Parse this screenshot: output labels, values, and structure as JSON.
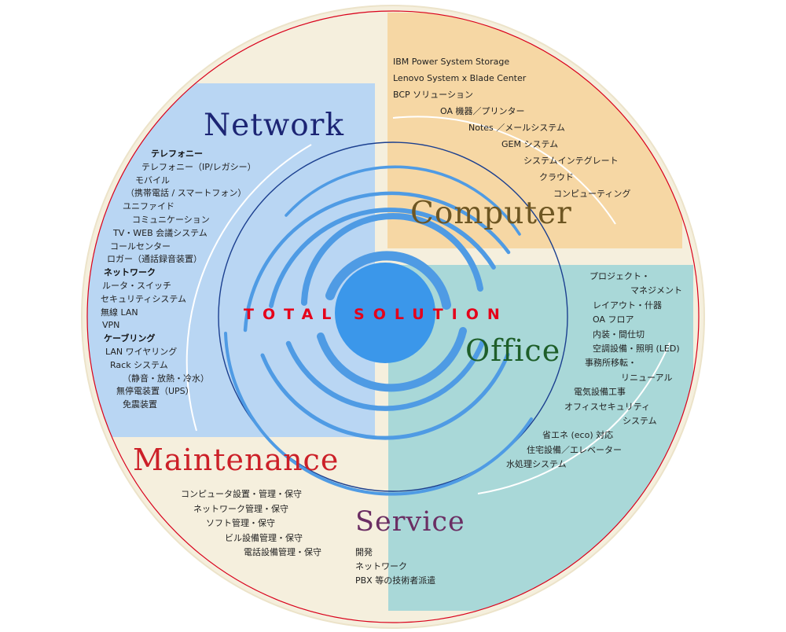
{
  "center_title": "TOTAL SOLUTION",
  "colors": {
    "background": "#ffffff",
    "outer_ring": "#f5efdd",
    "network_quadrant": "#b9d6f3",
    "computer_quadrant": "#f6d7a4",
    "office_quadrant": "#a9d8d8",
    "spiral": "#4f9be4",
    "center": "#3b97ea",
    "outline_red": "#d9001b",
    "outline_blue": "#1b3f8f"
  },
  "sections": {
    "network": {
      "title": "Network",
      "items": [
        {
          "text": "テレフォニー",
          "indent": 64,
          "bold": true
        },
        {
          "text": "テレフォニー（IP/レガシー）",
          "indent": 52,
          "bold": false
        },
        {
          "text": "モバイル",
          "indent": 44,
          "bold": false
        },
        {
          "text": "（携帯電話 / スマートフォン）",
          "indent": 32,
          "bold": false
        },
        {
          "text": "ユニファイド",
          "indent": 28,
          "bold": false
        },
        {
          "text": "コミュニケーション",
          "indent": 40,
          "bold": false
        },
        {
          "text": "TV・WEB 会議システム",
          "indent": 16,
          "bold": false
        },
        {
          "text": "コールセンター",
          "indent": 12,
          "bold": false
        },
        {
          "text": "ロガー（通話録音装置）",
          "indent": 8,
          "bold": false
        },
        {
          "text": "ネットワーク",
          "indent": 4,
          "bold": true
        },
        {
          "text": "ルータ・スイッチ",
          "indent": 2,
          "bold": false
        },
        {
          "text": "セキュリティシステム",
          "indent": 0,
          "bold": false
        },
        {
          "text": "無線 LAN",
          "indent": 0,
          "bold": false
        },
        {
          "text": "VPN",
          "indent": 2,
          "bold": false
        },
        {
          "text": "ケーブリング",
          "indent": 4,
          "bold": true
        },
        {
          "text": "LAN ワイヤリング",
          "indent": 6,
          "bold": false
        },
        {
          "text": "Rack システム",
          "indent": 12,
          "bold": false
        },
        {
          "text": "（静音・放熱・冷水）",
          "indent": 28,
          "bold": false
        },
        {
          "text": "無停電装置（UPS）",
          "indent": 20,
          "bold": false
        },
        {
          "text": "免震装置",
          "indent": 28,
          "bold": false
        }
      ]
    },
    "computer": {
      "title": "Computer",
      "items": [
        {
          "text": "IBM Power System Storage",
          "indent": 0
        },
        {
          "text": "Lenovo System x Blade Center",
          "indent": 0
        },
        {
          "text": "BCP ソリューション",
          "indent": 0
        },
        {
          "text": "OA 機器／プリンター",
          "indent": 60
        },
        {
          "text": "Notes ／メールシステム",
          "indent": 96
        },
        {
          "text": "GEM システム",
          "indent": 138
        },
        {
          "text": "システムインテグレート",
          "indent": 166
        },
        {
          "text": "クラウド",
          "indent": 186
        },
        {
          "text": "コンピューティング",
          "indent": 204
        }
      ]
    },
    "office": {
      "title": "Office",
      "items": [
        {
          "text": "プロジェクト・",
          "indent": 32
        },
        {
          "text": "マネジメント",
          "indent": 84
        },
        {
          "text": "レイアウト・什器",
          "indent": 36
        },
        {
          "text": "OA フロア",
          "indent": 36
        },
        {
          "text": "内装・間仕切",
          "indent": 36
        },
        {
          "text": "空調設備・照明 (LED)",
          "indent": 36
        },
        {
          "text": "事務所移転・",
          "indent": 26
        },
        {
          "text": "リニューアル",
          "indent": 72
        },
        {
          "text": "電気設備工事",
          "indent": 12
        },
        {
          "text": "オフィスセキュリティ",
          "indent": 0
        },
        {
          "text": "システム",
          "indent": 74
        },
        {
          "text": "省エネ (eco) 対応",
          "indent": -28
        },
        {
          "text": "住宅設備／エレベーター",
          "indent": -48
        },
        {
          "text": "水処理システム",
          "indent": -74
        }
      ]
    },
    "maintenance": {
      "title": "Maintenance",
      "items": [
        {
          "text": "コンピュータ設置・管理・保守",
          "indent": 0
        },
        {
          "text": "ネットワーク管理・保守",
          "indent": 16
        },
        {
          "text": "ソフト管理・保守",
          "indent": 32
        },
        {
          "text": "ビル設備管理・保守",
          "indent": 56
        },
        {
          "text": "電話設備管理・保守",
          "indent": 80
        }
      ]
    },
    "service": {
      "title": "Service",
      "items": [
        {
          "text": "開発",
          "indent": 0
        },
        {
          "text": "ネットワーク",
          "indent": 0
        },
        {
          "text": "PBX 等の技術者派遣",
          "indent": 0
        }
      ]
    }
  }
}
